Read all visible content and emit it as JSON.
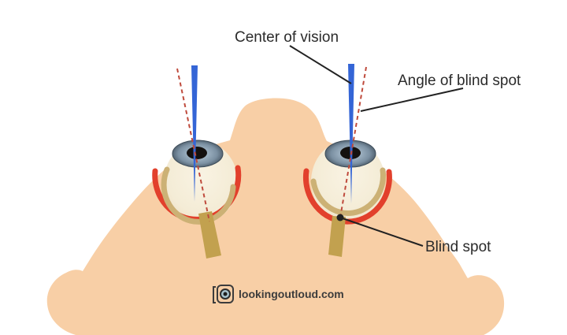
{
  "diagram": {
    "labels": {
      "center_of_vision": "Center of vision",
      "angle_of_blind_spot": "Angle of blind spot",
      "blind_spot": "Blind spot"
    },
    "watermark": {
      "text": "lookingoutloud.com"
    },
    "colors": {
      "background": "#ffffff",
      "skin": "#f8cfa6",
      "eyeball": "#f6efdc",
      "iris": "#7b90a2",
      "iris_dark": "#3d4c59",
      "pupil": "#14110f",
      "retina_red": "#e2402c",
      "choroid_tan": "#ccb175",
      "optic_nerve": "#c2a14f",
      "vision_blue": "#3465d6",
      "blind_angle_red": "#bf4a3c",
      "pointer_black": "#222222",
      "label_text": "#2b2b2b",
      "watermark_text": "#3c3c3c"
    }
  }
}
